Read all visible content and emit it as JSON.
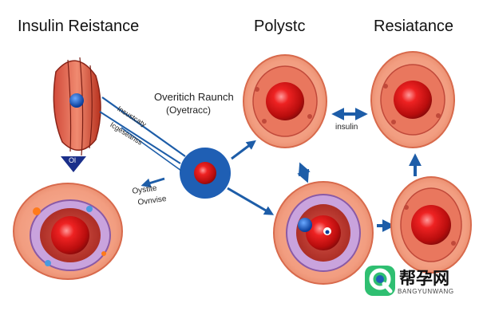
{
  "titles": {
    "left": "Insulin Reistance",
    "middle": "Polystc",
    "right": "Resiatance"
  },
  "labels": {
    "branch_title": "Overitich Raunch",
    "branch_sub": "(Oyetracc)",
    "diag_a": "Insustcaty",
    "diag_b": "Icgeseanss",
    "left_c_top": "Oystite",
    "left_c_bottom": "Ovnvise",
    "insulin": "insulin",
    "badge": "Ol"
  },
  "watermark": {
    "cn": "帮孕网",
    "en": "BANGYUNWANG"
  },
  "colors": {
    "cell_outer": "#f4a58a",
    "cell_inner": "#c23b30",
    "nucleus": "#e01818",
    "vesicle": "#c9a3dd",
    "arrow_blue": "#1d5da8",
    "center_disc": "#1f5fb4",
    "watermark_green": "#2fbf71"
  }
}
